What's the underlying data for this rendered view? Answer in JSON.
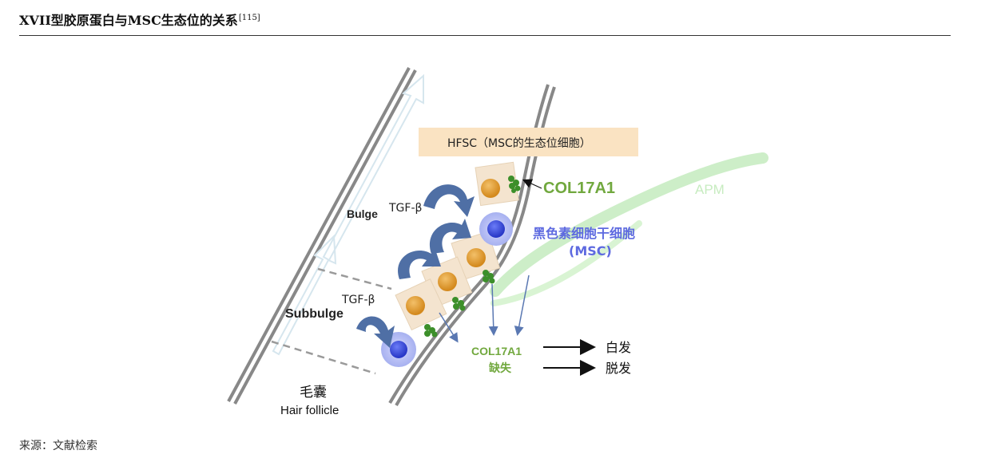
{
  "header": {
    "title": "XVII型胶原蛋白与MSC生态位的关系",
    "citation": "[115]"
  },
  "diagram": {
    "niche_label": "HFSC（MSC的生态位细胞）",
    "col17a1_label": "COL17A1",
    "apm_label": "APM",
    "tgf_beta_1": "TGF-β",
    "tgf_beta_2": "TGF-β",
    "bulge_label": "Bulge",
    "subbulge_label": "Subbulge",
    "msc_label_cn": "黑色素细胞干细胞",
    "msc_label_abbr": "(MSC)",
    "loss_label_1": "COL17A1",
    "loss_label_2": "缺失",
    "outcome_1": "白发",
    "outcome_2": "脱发",
    "follicle_cn": "毛囊",
    "follicle_en": "Hair follicle",
    "colors": {
      "hfsc_fill": "#f4e4cf",
      "nucleus_orange": "#e09a2e",
      "msc_blue": "#3d4fe0",
      "col17_green": "#3c8f2a",
      "label_green": "#71a83e",
      "apm_green": "#c8f0c0",
      "arrow_blue": "#4f6fa5",
      "msc_text": "#5e6ae0",
      "niche_box": "#fae3c2"
    }
  },
  "footer": {
    "source": "来源：文献检索"
  }
}
